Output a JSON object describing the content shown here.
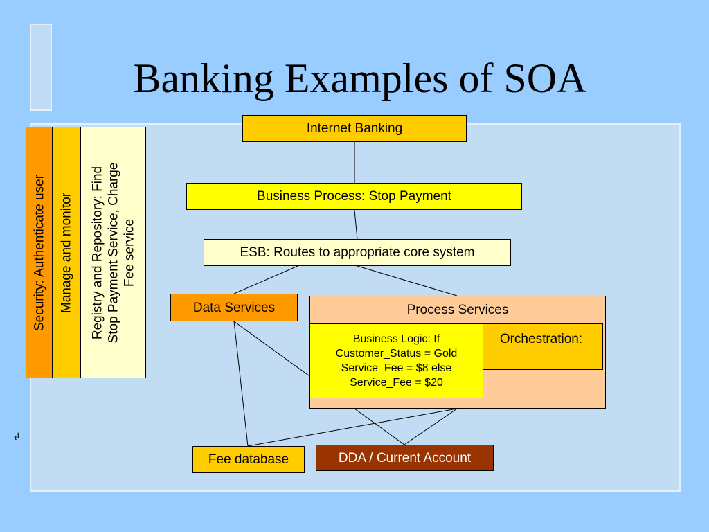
{
  "title": "Banking Examples of SOA",
  "sidebars": {
    "security": "Security: Authenticate user",
    "manage": "Manage and monitor",
    "registry": [
      "Registry and Repository: Find",
      "Stop Payment Service, Charge",
      "Fee service"
    ]
  },
  "nodes": {
    "internet_banking": "Internet Banking",
    "business_process": "Business Process: Stop Payment",
    "esb": "ESB: Routes to appropriate core system",
    "data_services": "Data Services",
    "process_services": "Process Services",
    "orchestration": "Orchestration:",
    "business_logic": [
      "Business Logic: If",
      "Customer_Status = Gold",
      "Service_Fee =  $8 else",
      "Service_Fee = $20"
    ],
    "fee_database": "Fee database",
    "dda": "DDA / Current Account"
  },
  "colors": {
    "background": "#99ccff",
    "panel": "#c2dcf3",
    "orange": "#ff9900",
    "gold": "#ffcc00",
    "yellow": "#ffff00",
    "pale_yellow": "#ffffcc",
    "peach": "#ffcc99",
    "brown": "#993300"
  }
}
